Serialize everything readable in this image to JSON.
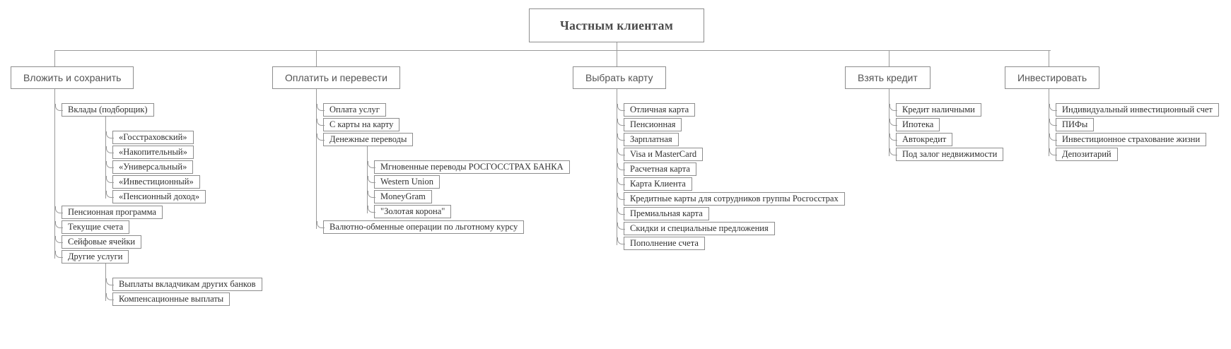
{
  "root": {
    "label": "Частным клиентам"
  },
  "branches": [
    {
      "label": "Вложить и сохранить",
      "children": [
        {
          "label": "Вклады (подборщик)",
          "children": [
            {
              "label": "«Госстраховский»"
            },
            {
              "label": "«Накопительный»"
            },
            {
              "label": "«Универсальный»"
            },
            {
              "label": "«Инвестиционный»"
            },
            {
              "label": "«Пенсионный доход»"
            }
          ]
        },
        {
          "label": "Пенсионная программа"
        },
        {
          "label": "Текущие счета"
        },
        {
          "label": "Сейфовые ячейки"
        },
        {
          "label": "Другие услуги",
          "children": [
            {
              "label": "Выплаты вкладчикам других банков"
            },
            {
              "label": "Компенсационные выплаты"
            }
          ]
        }
      ]
    },
    {
      "label": "Оплатить и перевести",
      "children": [
        {
          "label": "Оплата услуг"
        },
        {
          "label": "С карты на карту"
        },
        {
          "label": "Денежные переводы",
          "children": [
            {
              "label": "Мгновенные переводы РОСГОССТРАХ БАНКА"
            },
            {
              "label": "Western Union"
            },
            {
              "label": "MoneyGram"
            },
            {
              "label": "\"Золотая корона\""
            }
          ]
        },
        {
          "label": "Валютно-обменные операции по льготному курсу"
        }
      ]
    },
    {
      "label": "Выбрать карту",
      "children": [
        {
          "label": "Отличная карта"
        },
        {
          "label": "Пенсионная"
        },
        {
          "label": "Зарплатная"
        },
        {
          "label": "Visa и MasterCard"
        },
        {
          "label": "Расчетная карта"
        },
        {
          "label": "Карта Клиента"
        },
        {
          "label": "Кредитные карты для сотрудников группы Росгосстрах"
        },
        {
          "label": "Премиальная карта"
        },
        {
          "label": "Скидки и специальные предложения"
        },
        {
          "label": "Пополнение счета"
        }
      ]
    },
    {
      "label": "Взять кредит",
      "children": [
        {
          "label": "Кредит наличными"
        },
        {
          "label": "Ипотека"
        },
        {
          "label": "Автокредит"
        },
        {
          "label": "Под залог недвижимости"
        }
      ]
    },
    {
      "label": "Инвестировать",
      "children": [
        {
          "label": "Индивидуальный инвестиционный счет"
        },
        {
          "label": "ПИФы"
        },
        {
          "label": "Инвестиционное страхование жизни"
        },
        {
          "label": "Депозитарий"
        }
      ]
    }
  ],
  "colors": {
    "background": "#ffffff",
    "line": "#9a9a9a",
    "box_border": "#8d8d8d",
    "node_text": "#2f2f2f",
    "branch_text": "#545454",
    "root_text": "#4a4a4a"
  }
}
